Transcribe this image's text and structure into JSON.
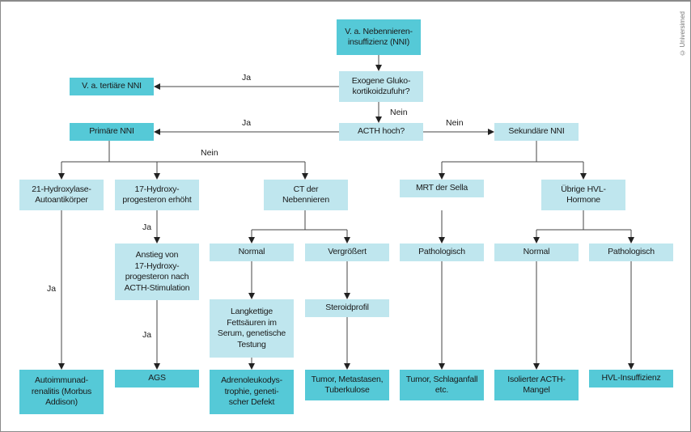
{
  "watermark": "© Universimed",
  "colors": {
    "result": "#55c9d7",
    "step": "#bfe6ee",
    "line": "#333333"
  },
  "nodes": {
    "start": "V. a. Nebennieren-\ninsuffizienz (NNI)",
    "exogen": "Exogene Gluko-\nkortikoidzufuhr?",
    "tertiaer": "V. a. tertiäre NNI",
    "acth": "ACTH hoch?",
    "primaer": "Primäre NNI",
    "sekundaer": "Sekundäre NNI",
    "hydroxylase": "21-Hydroxylase-\nAutoantikörper",
    "hydroxyprog": "17-Hydroxy-\nprogesteron erhöht",
    "ct": "CT der\nNebennieren",
    "mrt": "MRT der Sella",
    "hvl": "Übrige HVL-\nHormone",
    "anstieg": "Anstieg von\n17-Hydroxy-\nprogesteron nach\nACTH-Stimulation",
    "ct_normal": "Normal",
    "ct_vergroessert": "Vergrößert",
    "mrt_patho": "Pathologisch",
    "hvl_normal": "Normal",
    "hvl_patho": "Pathologisch",
    "langkettige": "Langkettige\nFettsäuren im\nSerum, genetische\nTestung",
    "steroidprofil": "Steroidprofil",
    "autoimmun": "Autoimmunad-\nrenalitis (Morbus\nAddison)",
    "ags": "AGS",
    "adreno": "Adrenoleukodys-\ntrophie, geneti-\nscher Defekt",
    "tumor_meta": "Tumor, Metastasen,\nTuberkulose",
    "tumor_schlag": "Tumor, Schlaganfall\netc.",
    "acth_mangel": "Isolierter ACTH-\nMangel",
    "hvl_insuff": "HVL-Insuffizienz"
  },
  "edge_labels": {
    "exogen_ja": "Ja",
    "exogen_nein": "Nein",
    "acth_ja": "Ja",
    "acth_nein": "Nein",
    "primaer_nein": "Nein",
    "hydroxylase_ja": "Ja",
    "hydroxyprog_ja": "Ja",
    "anstieg_ja": "Ja"
  }
}
